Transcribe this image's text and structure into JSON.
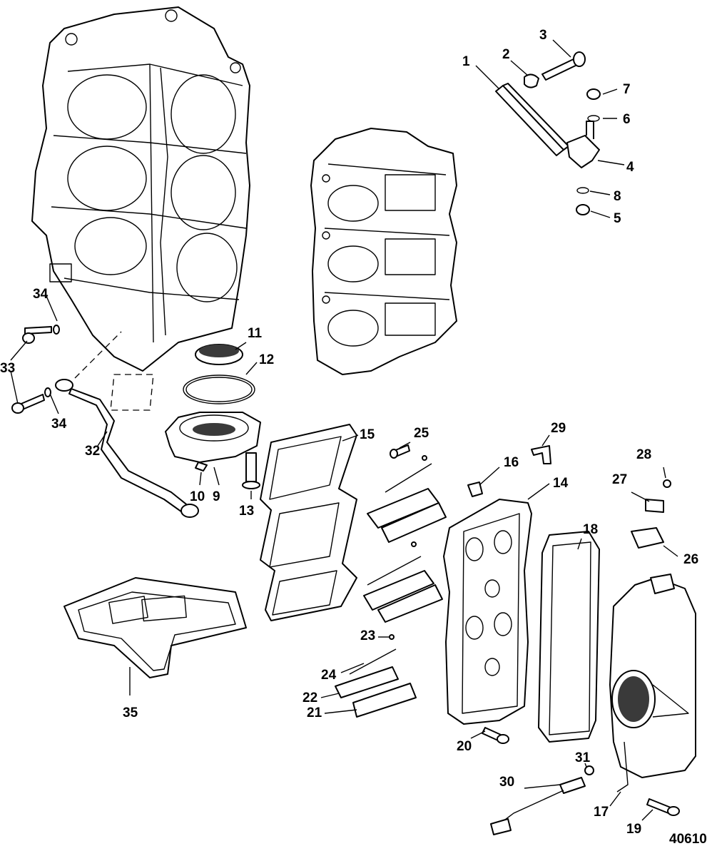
{
  "figure_number": "40610",
  "callouts": {
    "c1": "1",
    "c2": "2",
    "c3": "3",
    "c4": "4",
    "c5": "5",
    "c6": "6",
    "c7": "7",
    "c8": "8",
    "c9": "9",
    "c10": "10",
    "c11": "11",
    "c12": "12",
    "c13": "13",
    "c14": "14",
    "c15": "15",
    "c16": "16",
    "c17": "17",
    "c18": "18",
    "c19": "19",
    "c20": "20",
    "c21": "21",
    "c22": "22",
    "c23": "23",
    "c24": "24",
    "c25": "25",
    "c26": "26",
    "c27": "27",
    "c28": "28",
    "c29": "29",
    "c30": "30",
    "c31": "31",
    "c32": "32",
    "c33": "33",
    "c34a": "34",
    "c34b": "34",
    "c35": "35"
  }
}
